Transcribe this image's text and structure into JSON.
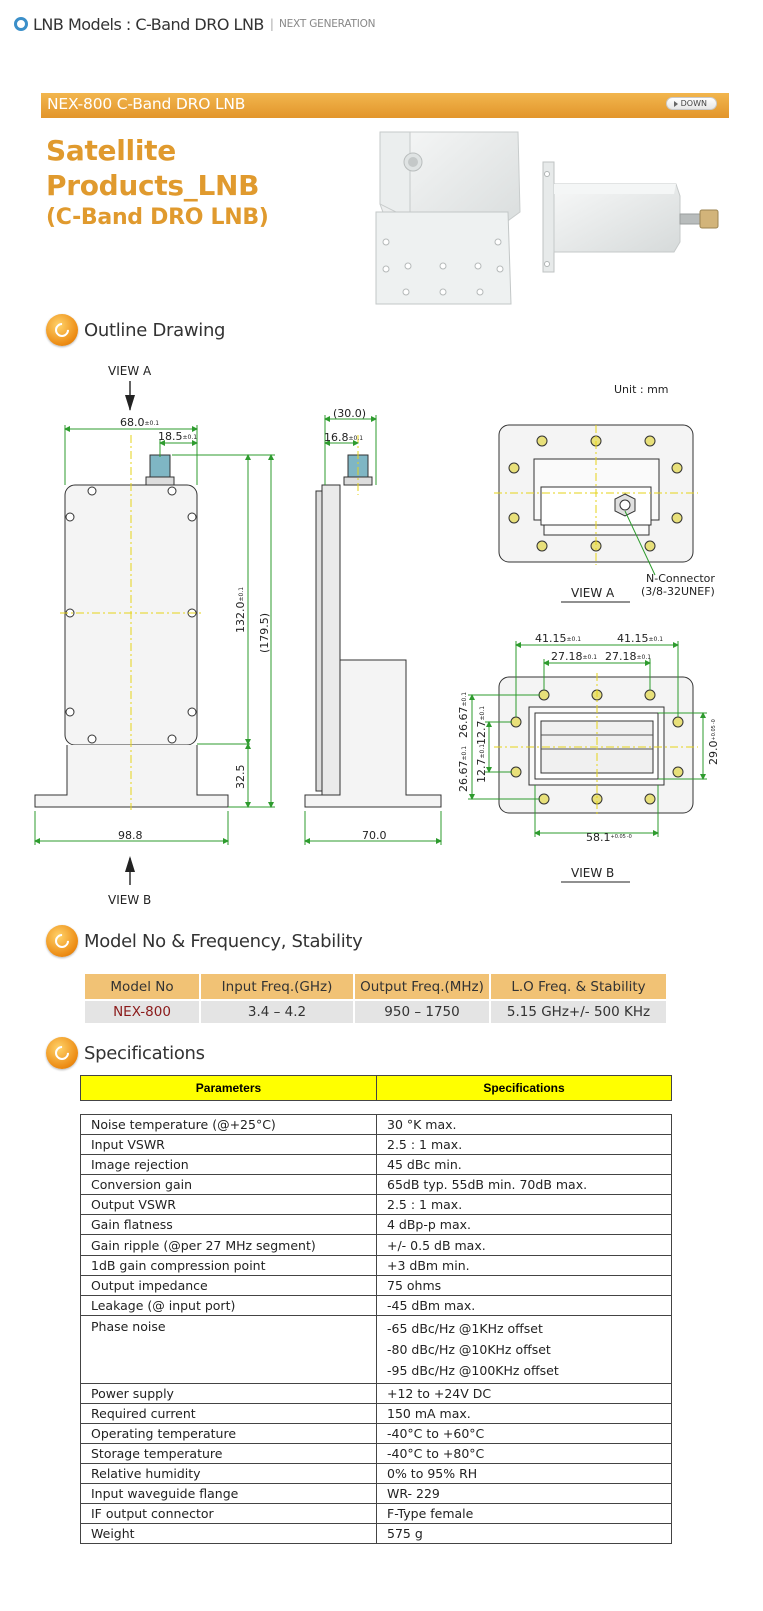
{
  "header": {
    "title": "LNB Models : C-Band DRO LNB",
    "subtitle": "NEXT GENERATION"
  },
  "product": {
    "banner_title": "NEX-800 C-Band DRO LNB",
    "down_label": "DOWN",
    "title_line1": "Satellite",
    "title_line2": "Products_LNB",
    "title_line3": "(C-Band DRO LNB)"
  },
  "sections": {
    "outline": "Outline Drawing",
    "model": "Model No & Frequency, Stability",
    "specs": "Specifications"
  },
  "drawing": {
    "view_a": "VIEW  A",
    "view_b": "VIEW  B",
    "unit": "Unit  :  mm",
    "front": {
      "width_top": "68.0",
      "tol_top": "±0.1",
      "conn": "18.5",
      "tol_conn": "±0.1",
      "h132": "132.0",
      "tol_h": "±0.1",
      "h179": "(179.5)",
      "h32": "32.5",
      "base": "98.8"
    },
    "side": {
      "d30": "(30.0)",
      "d16": "16.8",
      "tol_16": "±0.1",
      "base": "70.0"
    },
    "view_a_detail": {
      "label": "VIEW  A",
      "connector1": "N-Connector",
      "connector2": "(3/8-32UNEF)"
    },
    "view_b_detail": {
      "label": "VIEW  B",
      "d4115a": "41.15",
      "d4115b": "41.15",
      "tol": "±0.1",
      "d2718a": "27.18",
      "d2718b": "27.18",
      "v2667a": "26.67",
      "v127a": "12.7",
      "v127b": "12.7",
      "v2667b": "26.67",
      "w29": "29.0",
      "tol29": "+0.05 -0",
      "w58": "58.1",
      "tol58": "+0.05 -0"
    }
  },
  "model_table": {
    "headers": [
      "Model No",
      "Input Freq.(GHz)",
      "Output Freq.(MHz)",
      "L.O Freq. & Stability"
    ],
    "row": [
      "NEX-800",
      "3.4 – 4.2",
      "950 – 1750",
      "5.15 GHz+/- 500 KHz"
    ]
  },
  "spec_table": {
    "headers": [
      "Parameters",
      "Specifications"
    ],
    "rows": [
      [
        "Noise temperature (@+25°C)",
        "30   °K max."
      ],
      [
        "Input VSWR",
        "2.5 : 1 max."
      ],
      [
        "Image rejection",
        "45 dBc min."
      ],
      [
        "Conversion gain",
        "65dB typ. 55dB min. 70dB max."
      ],
      [
        "Output VSWR",
        "2.5 : 1 max."
      ],
      [
        "Gain flatness",
        "4 dBp-p max."
      ],
      [
        "Gain ripple (@per 27 MHz segment)",
        "+/- 0.5 dB max."
      ],
      [
        "1dB gain compression point",
        "+3 dBm min."
      ],
      [
        "Output impedance",
        "75 ohms"
      ],
      [
        "Leakage (@ input port)",
        "-45 dBm max."
      ],
      [
        "Phase noise",
        "-65 dBc/Hz @1KHz offset",
        "-80 dBc/Hz @10KHz offset",
        "-95 dBc/Hz @100KHz offset"
      ],
      [
        "Power supply",
        "+12 to +24V DC"
      ],
      [
        "Required current",
        "150 mA max."
      ],
      [
        "Operating temperature",
        "-40°C to +60°C"
      ],
      [
        "Storage temperature",
        "-40°C to +80°C"
      ],
      [
        "Relative humidity",
        "0% to 95% RH"
      ],
      [
        "Input waveguide flange",
        "WR- 229"
      ],
      [
        "IF output connector",
        "F-Type female"
      ],
      [
        "Weight",
        "575 g"
      ]
    ]
  }
}
